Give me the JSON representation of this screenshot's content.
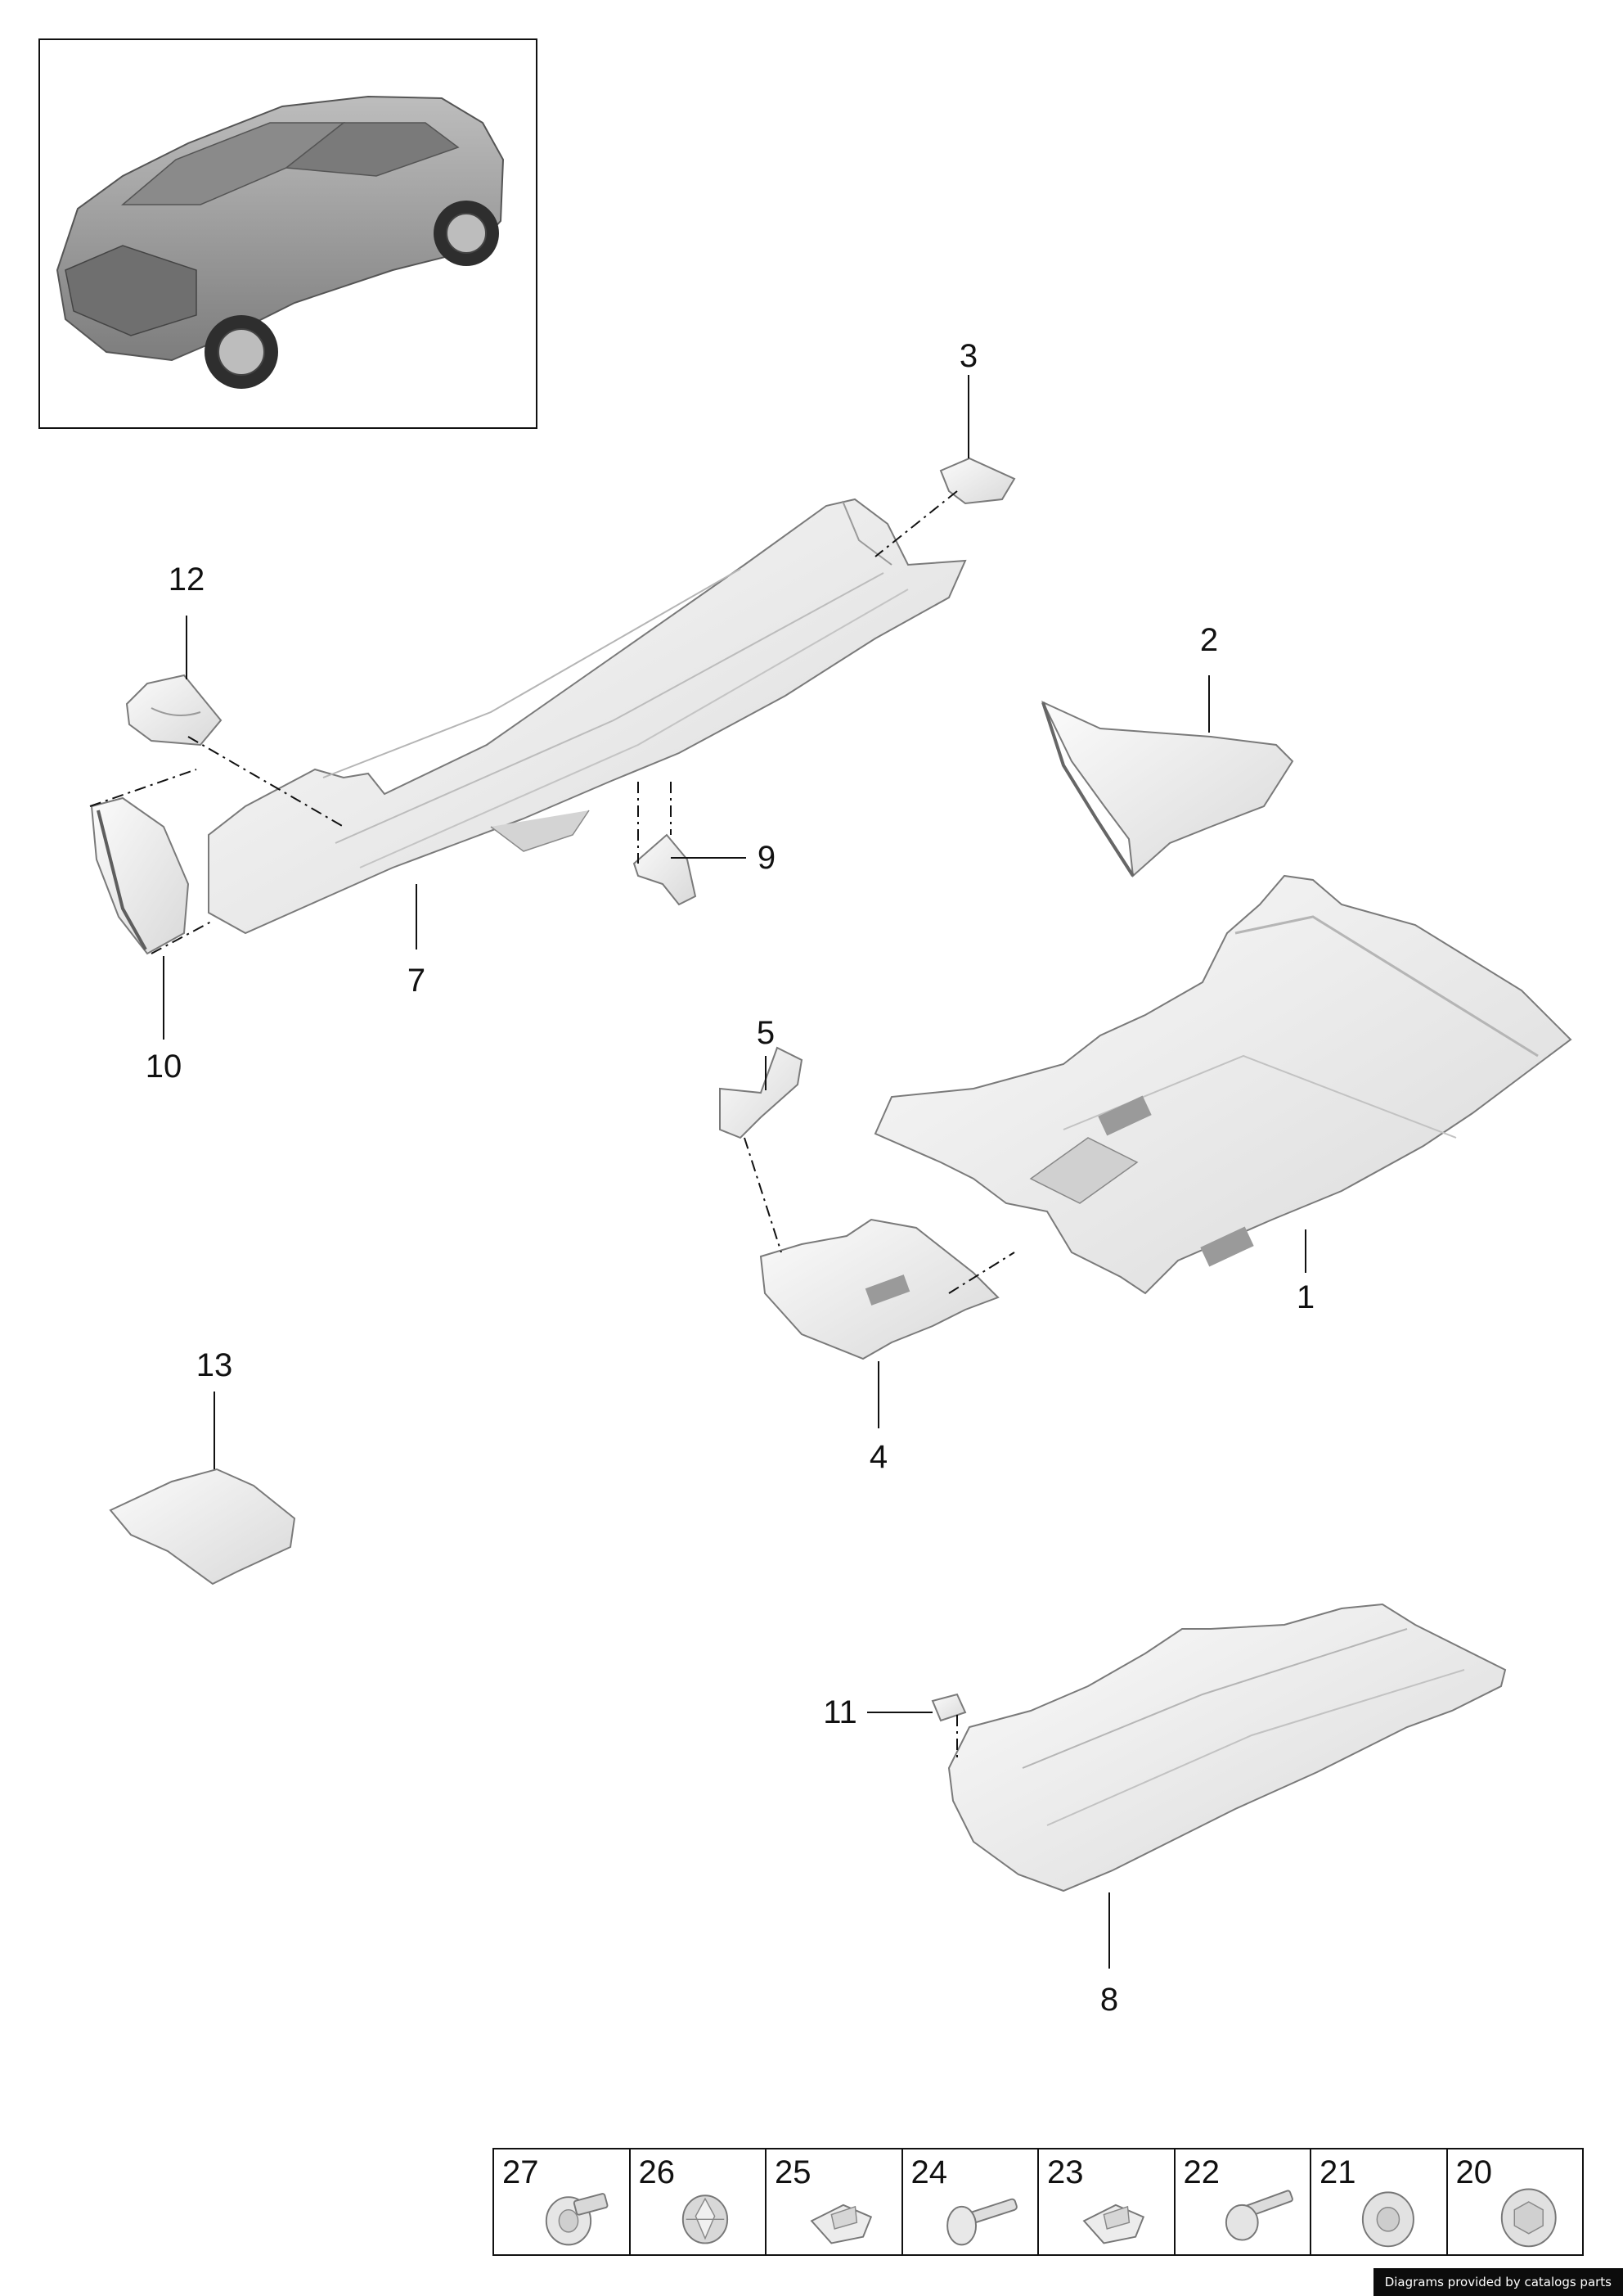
{
  "callouts": [
    {
      "label": "1"
    },
    {
      "label": "2"
    },
    {
      "label": "3"
    },
    {
      "label": "4"
    },
    {
      "label": "5"
    },
    {
      "label": "7"
    },
    {
      "label": "8"
    },
    {
      "label": "9"
    },
    {
      "label": "10"
    },
    {
      "label": "11"
    },
    {
      "label": "12"
    },
    {
      "label": "13"
    }
  ],
  "fasteners": [
    {
      "label": "27",
      "icon": "bolt-flange-icon"
    },
    {
      "label": "26",
      "icon": "expansion-nut-icon"
    },
    {
      "label": "25",
      "icon": "spring-clip-icon"
    },
    {
      "label": "24",
      "icon": "push-rivet-icon"
    },
    {
      "label": "23",
      "icon": "spring-clip-icon"
    },
    {
      "label": "22",
      "icon": "bolt-icon"
    },
    {
      "label": "21",
      "icon": "washer-nut-icon"
    },
    {
      "label": "20",
      "icon": "hex-washer-icon"
    }
  ],
  "credit": "Diagrams provided by catalogs parts",
  "colors": {
    "line": "#111111",
    "part_fill": "#f1f1f1",
    "part_shade": "#d6d6d6",
    "car_body": "#9c9c9c"
  }
}
